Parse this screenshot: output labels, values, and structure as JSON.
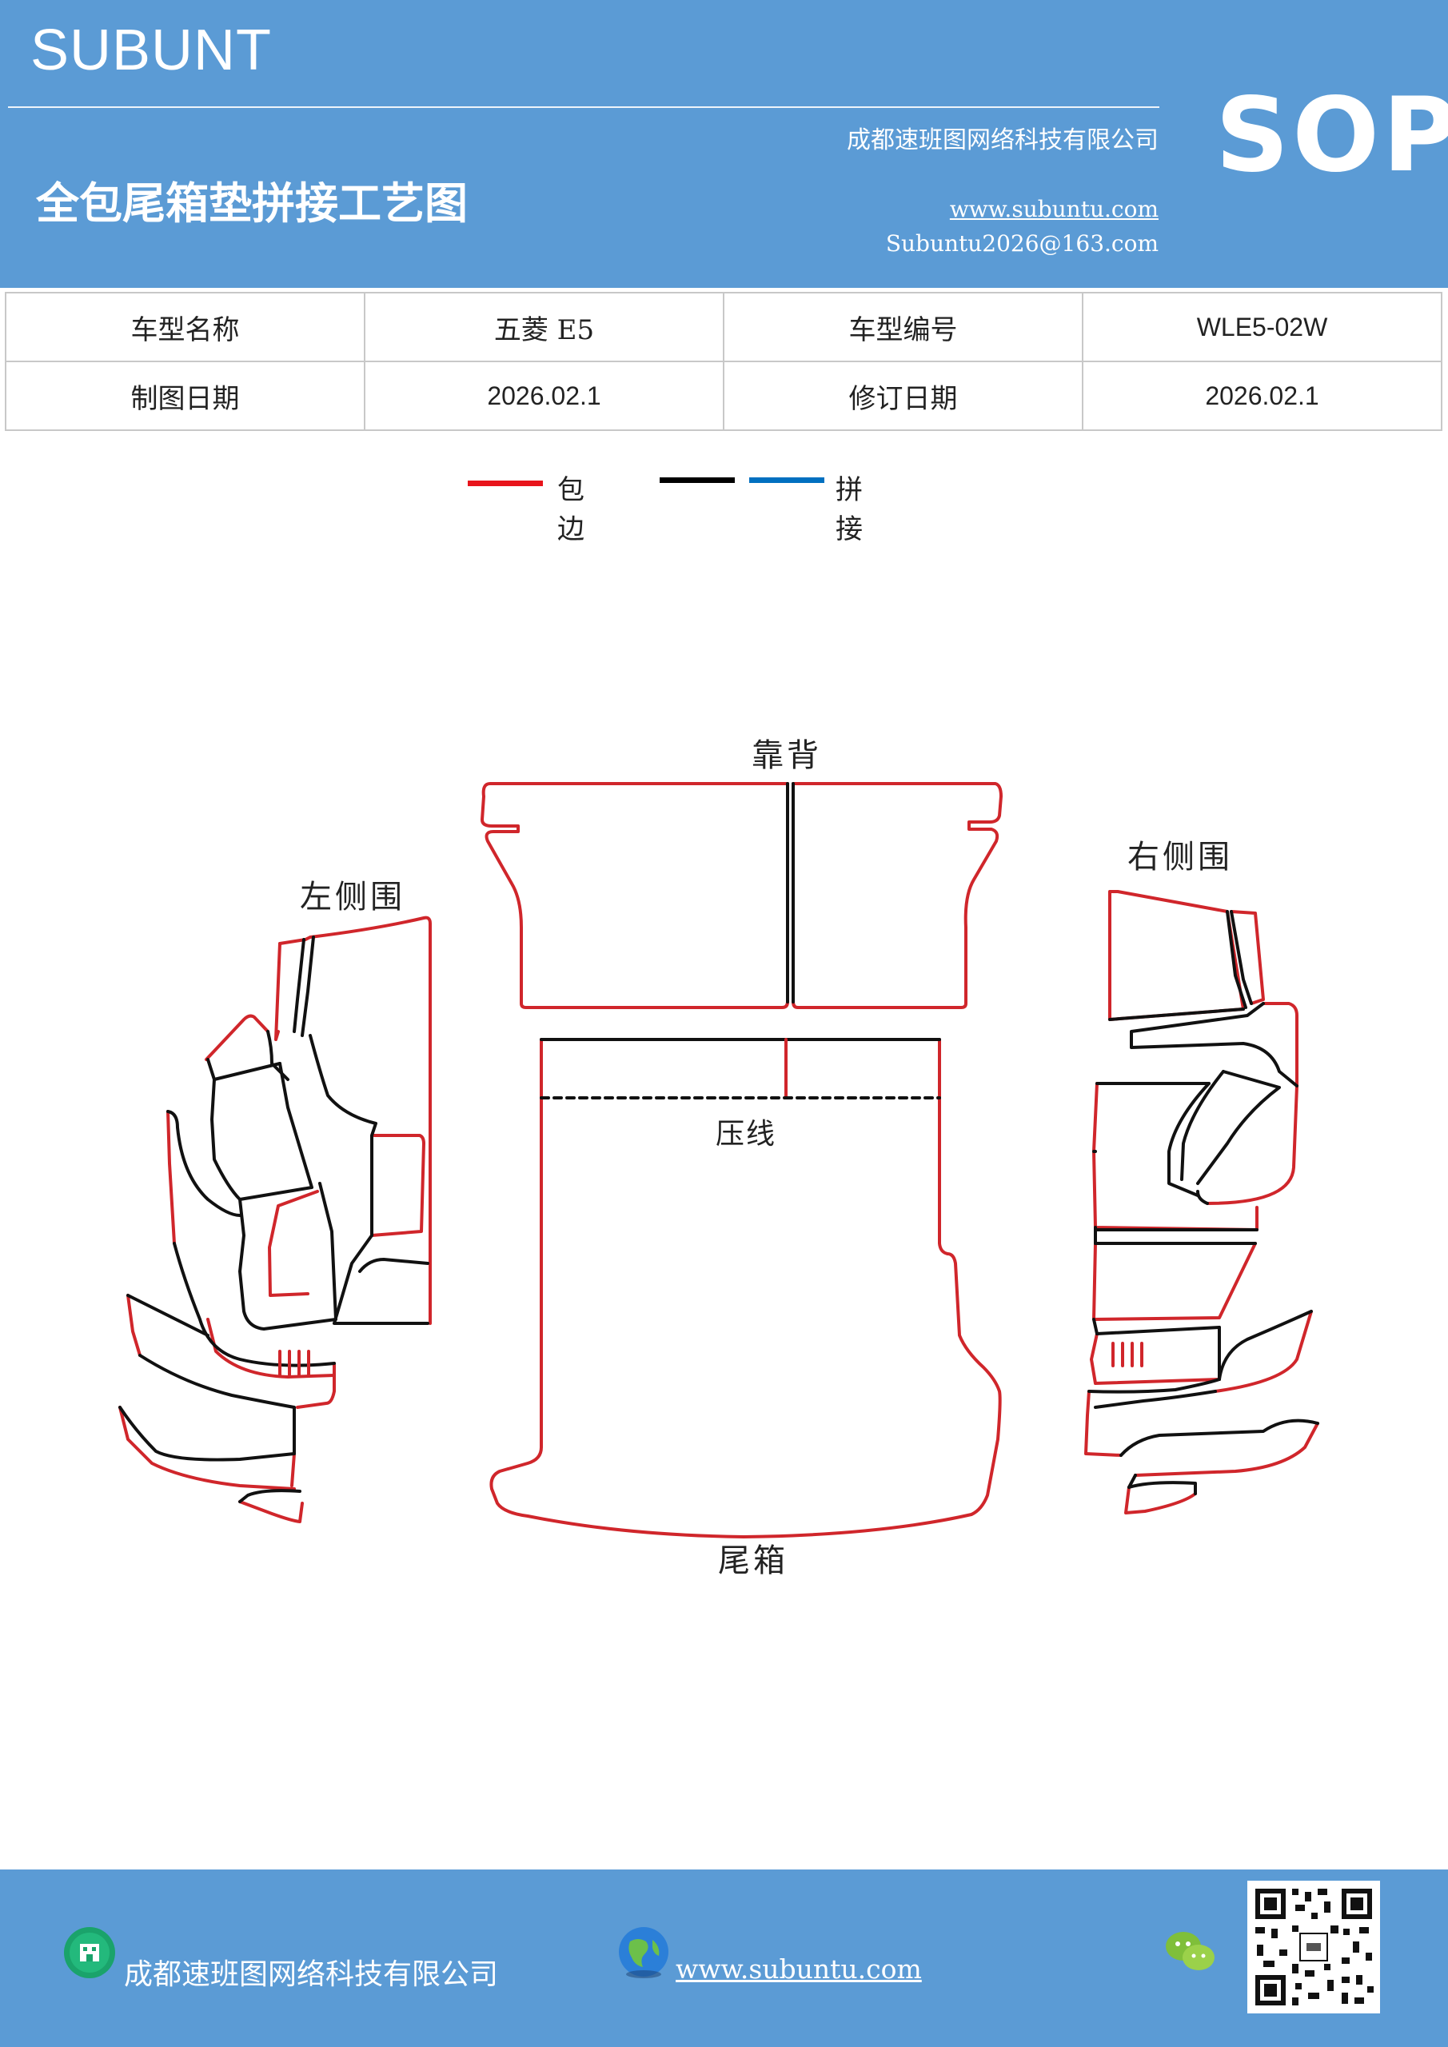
{
  "header": {
    "brand": "SUBUNT",
    "company": "成都速班图网络科技有限公司",
    "title": "全包尾箱垫拼接工艺图",
    "website": "www.subuntu.com",
    "email": "Subuntu2026@163.com",
    "badge": "SOP"
  },
  "info_table": {
    "rows": [
      [
        "车型名称",
        "五菱 E5",
        "车型编号",
        "WLE5-02W"
      ],
      [
        "制图日期",
        "2026.02.1",
        "修订日期",
        "2026.02.1"
      ]
    ]
  },
  "legend": {
    "items": [
      {
        "label": "包边",
        "color": "#e8141b"
      },
      {
        "label": "",
        "color": "#000000"
      },
      {
        "label": "拼接",
        "color": "#0070c0"
      }
    ]
  },
  "diagram": {
    "labels": {
      "backrest": "靠背",
      "left_side": "左侧围",
      "right_side": "右侧围",
      "crease": "压线",
      "trunk": "尾箱"
    },
    "edge_color": "#d0262b",
    "seam_color": "#111111"
  },
  "footer": {
    "company": "成都速班图网络科技有限公司",
    "website": "www.subuntu.com"
  }
}
